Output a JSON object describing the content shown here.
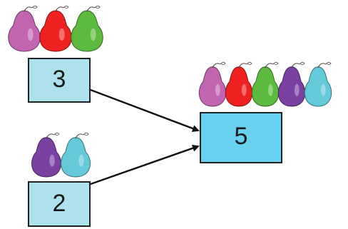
{
  "colors": {
    "pink": "#c165b0",
    "red": "#ef2121",
    "green": "#5cba3f",
    "purple": "#7a41a3",
    "cyan": "#64c9d8",
    "box_light": "#ade1ec",
    "box_bright": "#69d1f0",
    "outline": "#222222"
  },
  "groups": {
    "top": {
      "label": "3",
      "pears": [
        "pink",
        "red",
        "green"
      ]
    },
    "bottom": {
      "label": "2",
      "pears": [
        "purple",
        "cyan"
      ]
    },
    "sum": {
      "label": "5",
      "pears": [
        "pink",
        "red",
        "green",
        "purple",
        "cyan"
      ]
    }
  }
}
